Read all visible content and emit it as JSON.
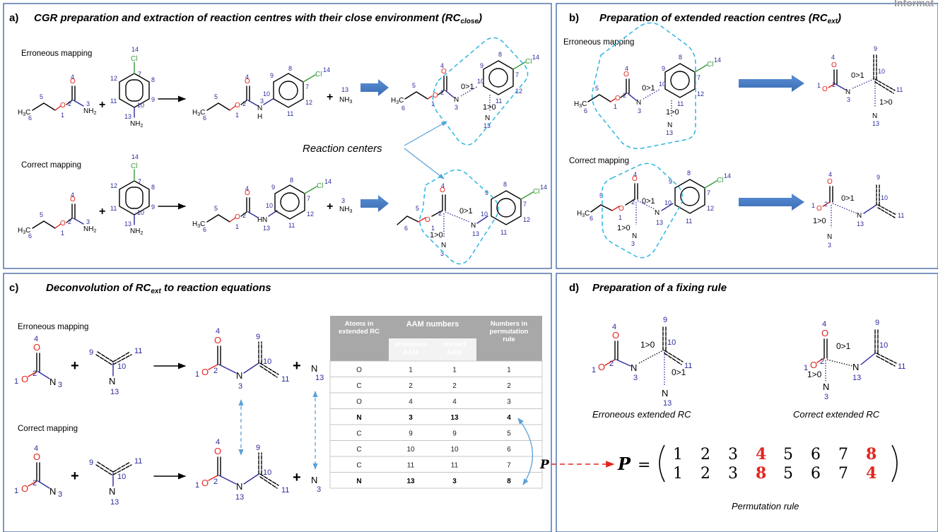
{
  "corner": {
    "text": "Informat"
  },
  "panel_a": {
    "letter": "a)",
    "title": "CGR preparation and extraction of reaction centres with their close environment (RC",
    "title_sub": "close",
    "title_end": ")",
    "erroneous": "Erroneous mapping",
    "correct": "Correct mapping",
    "reaction_centers": "Reaction centers"
  },
  "panel_b": {
    "letter": "b)",
    "title": "Preparation of extended reaction centres (RC",
    "title_sub": "ext",
    "title_end": ")",
    "erroneous": "Erroneous mapping",
    "correct": "Correct mapping"
  },
  "panel_c": {
    "letter": "c)",
    "title": "Deconvolution of RC",
    "title_sub": "ext",
    "title_end": " to reaction equations",
    "erroneous": "Erroneous mapping",
    "correct": "Correct mapping",
    "p_label": "P"
  },
  "panel_d": {
    "letter": "d)",
    "title": "Preparation of a fixing rule",
    "erroneous_rc": "Erroneous extended RC",
    "correct_rc": "Correct extended RC",
    "permutation_label": "Permutation rule",
    "p_symbol": "P",
    "equals": "=",
    "row1": [
      "1",
      "2",
      "3",
      "4",
      "5",
      "6",
      "7",
      "8"
    ],
    "row2": [
      "1",
      "2",
      "3",
      "8",
      "5",
      "6",
      "7",
      "4"
    ]
  },
  "table": {
    "headers": {
      "atoms": [
        "Atoms in",
        "extended RC"
      ],
      "aam": "AAM numbers",
      "err": [
        "erroneous",
        "AAM"
      ],
      "cor": [
        "correct",
        "AAM"
      ],
      "perm": [
        "Numbers in",
        "permutation",
        "rule"
      ]
    },
    "rows": [
      {
        "atom": "O",
        "err": "1",
        "cor": "1",
        "perm": "1",
        "bold": false
      },
      {
        "atom": "C",
        "err": "2",
        "cor": "2",
        "perm": "2",
        "bold": false
      },
      {
        "atom": "O",
        "err": "4",
        "cor": "4",
        "perm": "3",
        "bold": false
      },
      {
        "atom": "N",
        "err": "3",
        "cor": "13",
        "perm": "4",
        "bold": true
      },
      {
        "atom": "C",
        "err": "9",
        "cor": "9",
        "perm": "5",
        "bold": false
      },
      {
        "atom": "C",
        "err": "10",
        "cor": "10",
        "perm": "6",
        "bold": false
      },
      {
        "atom": "C",
        "err": "11",
        "cor": "11",
        "perm": "7",
        "bold": false
      },
      {
        "atom": "N",
        "err": "13",
        "cor": "3",
        "perm": "8",
        "bold": true
      }
    ]
  },
  "labels": {
    "change_01": "0>1",
    "change_10": "1>0",
    "cl": "Cl",
    "o": "O",
    "n": "N",
    "h": "H",
    "nh2": "NH",
    "nh3": "NH",
    "h3c": "H",
    "c": "C",
    "plus": "+"
  }
}
